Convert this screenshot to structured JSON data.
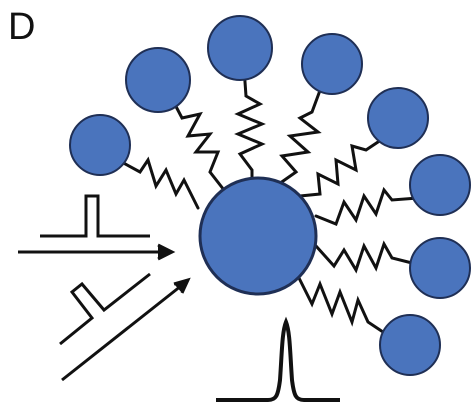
{
  "panel_label": "D",
  "colors": {
    "node_fill": "#4a74bd",
    "node_stroke": "#1f2f55",
    "line": "#111111"
  },
  "diagram": {
    "central_node": "hub",
    "peripheral_nodes": 8,
    "connection_type": "spring",
    "input_pulses": 2,
    "output_pulse": "single-spike"
  }
}
